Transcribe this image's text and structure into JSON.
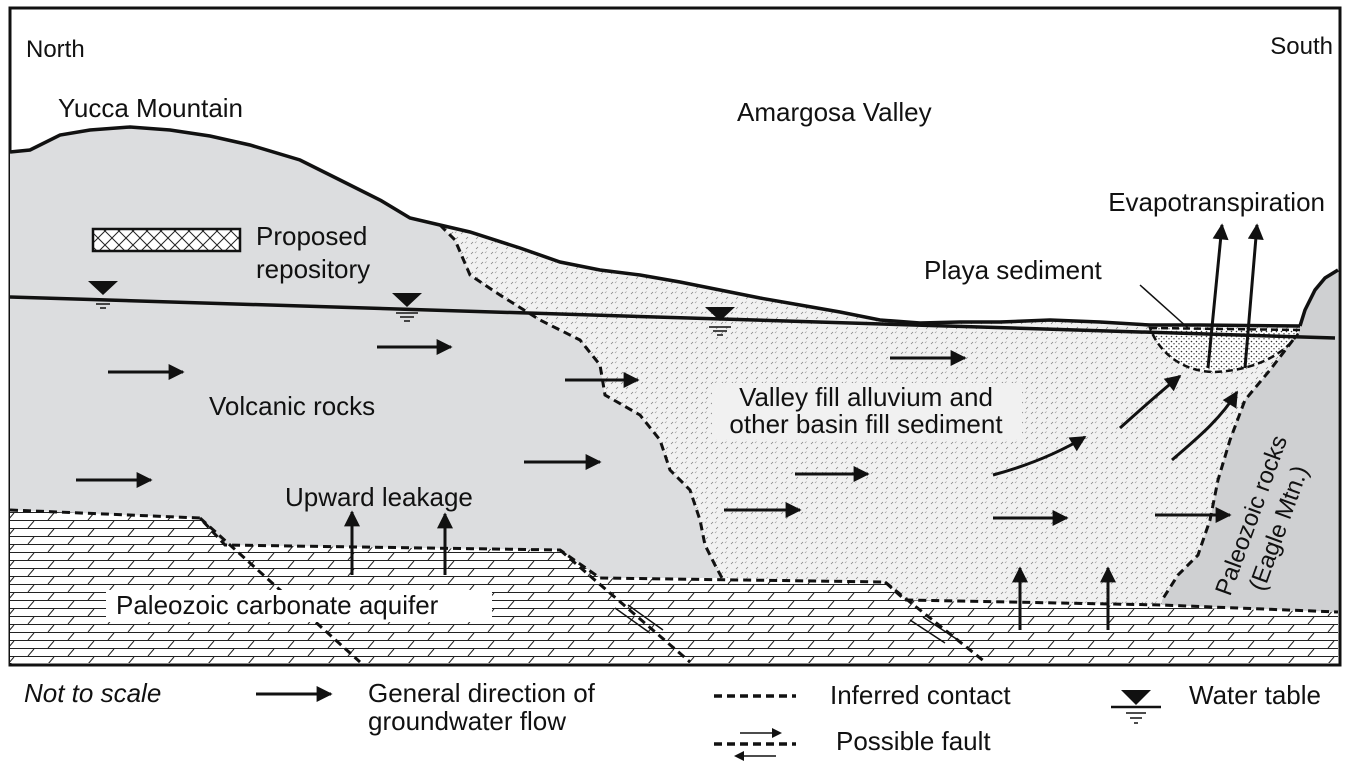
{
  "labels": {
    "north": "North",
    "south": "South",
    "yucca_mountain": "Yucca Mountain",
    "amargosa_valley": "Amargosa Valley",
    "evapotranspiration": "Evapotranspiration",
    "proposed_repository_line1": "Proposed",
    "proposed_repository_line2": "repository",
    "playa_sediment": "Playa sediment",
    "volcanic_rocks": "Volcanic rocks",
    "valley_fill_line1": "Valley fill alluvium and",
    "valley_fill_line2": "other basin fill sediment",
    "upward_leakage": "Upward leakage",
    "paleozoic_rocks_line1": "Paleozoic rocks",
    "paleozoic_rocks_line2": "(Eagle Mtn.)",
    "carbonate_aquifer": "Paleozoic carbonate aquifer"
  },
  "legend": {
    "not_to_scale": "Not to scale",
    "flow_line1": "General direction of",
    "flow_line2": "groundwater flow",
    "inferred_contact": "Inferred contact",
    "possible_fault": "Possible fault",
    "water_table": "Water table"
  },
  "colors": {
    "volcanic": "#dcdddf",
    "valley_fill": "#f0f0f0",
    "carbonate": "#ffffff",
    "eagle_mtn": "#cfd0d2",
    "ink": "#111111"
  }
}
